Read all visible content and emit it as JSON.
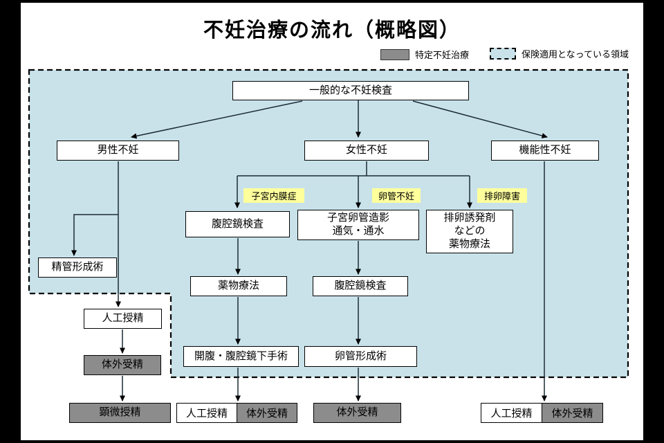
{
  "title": "不妊治療の流れ（概略図）",
  "legend": {
    "specific_treatment": "特定不妊治療",
    "insurance_area": "保険適用となっている領域"
  },
  "colors": {
    "insurance_region_fill": "#c9e2ea",
    "highlight_yellow": "#ffff9c",
    "specific_treatment_gray": "#8c8c8c"
  },
  "nodes": {
    "general_exam": "一般的な不妊検査",
    "male_infertility": "男性不妊",
    "female_infertility": "女性不妊",
    "functional_infertility": "機能性不妊",
    "endometriosis": "子宮内膜症",
    "tubal_infertility": "卵管不妊",
    "ovulation_disorder": "排卵障害",
    "laparoscopy_1": "腹腔鏡検査",
    "hsg": "子宮卵管造影\n通気・通水",
    "ovulation_drugs": "排卵誘発剤\nなどの\n薬物療法",
    "vasoplasty": "精管形成術",
    "drug_therapy": "薬物療法",
    "laparoscopy_2": "腹腔鏡検査",
    "aih_left": "人工授精",
    "ivf_left": "体外受精",
    "laparotomy": "開腹・腹腔鏡下手術",
    "tuboplasty": "卵管形成術",
    "icsi": "顕微授精",
    "aih_bottom_1": "人工授精",
    "ivf_bottom_1": "体外受精",
    "ivf_bottom_mid": "体外受精",
    "aih_bottom_2": "人工授精",
    "ivf_bottom_2": "体外受精"
  }
}
